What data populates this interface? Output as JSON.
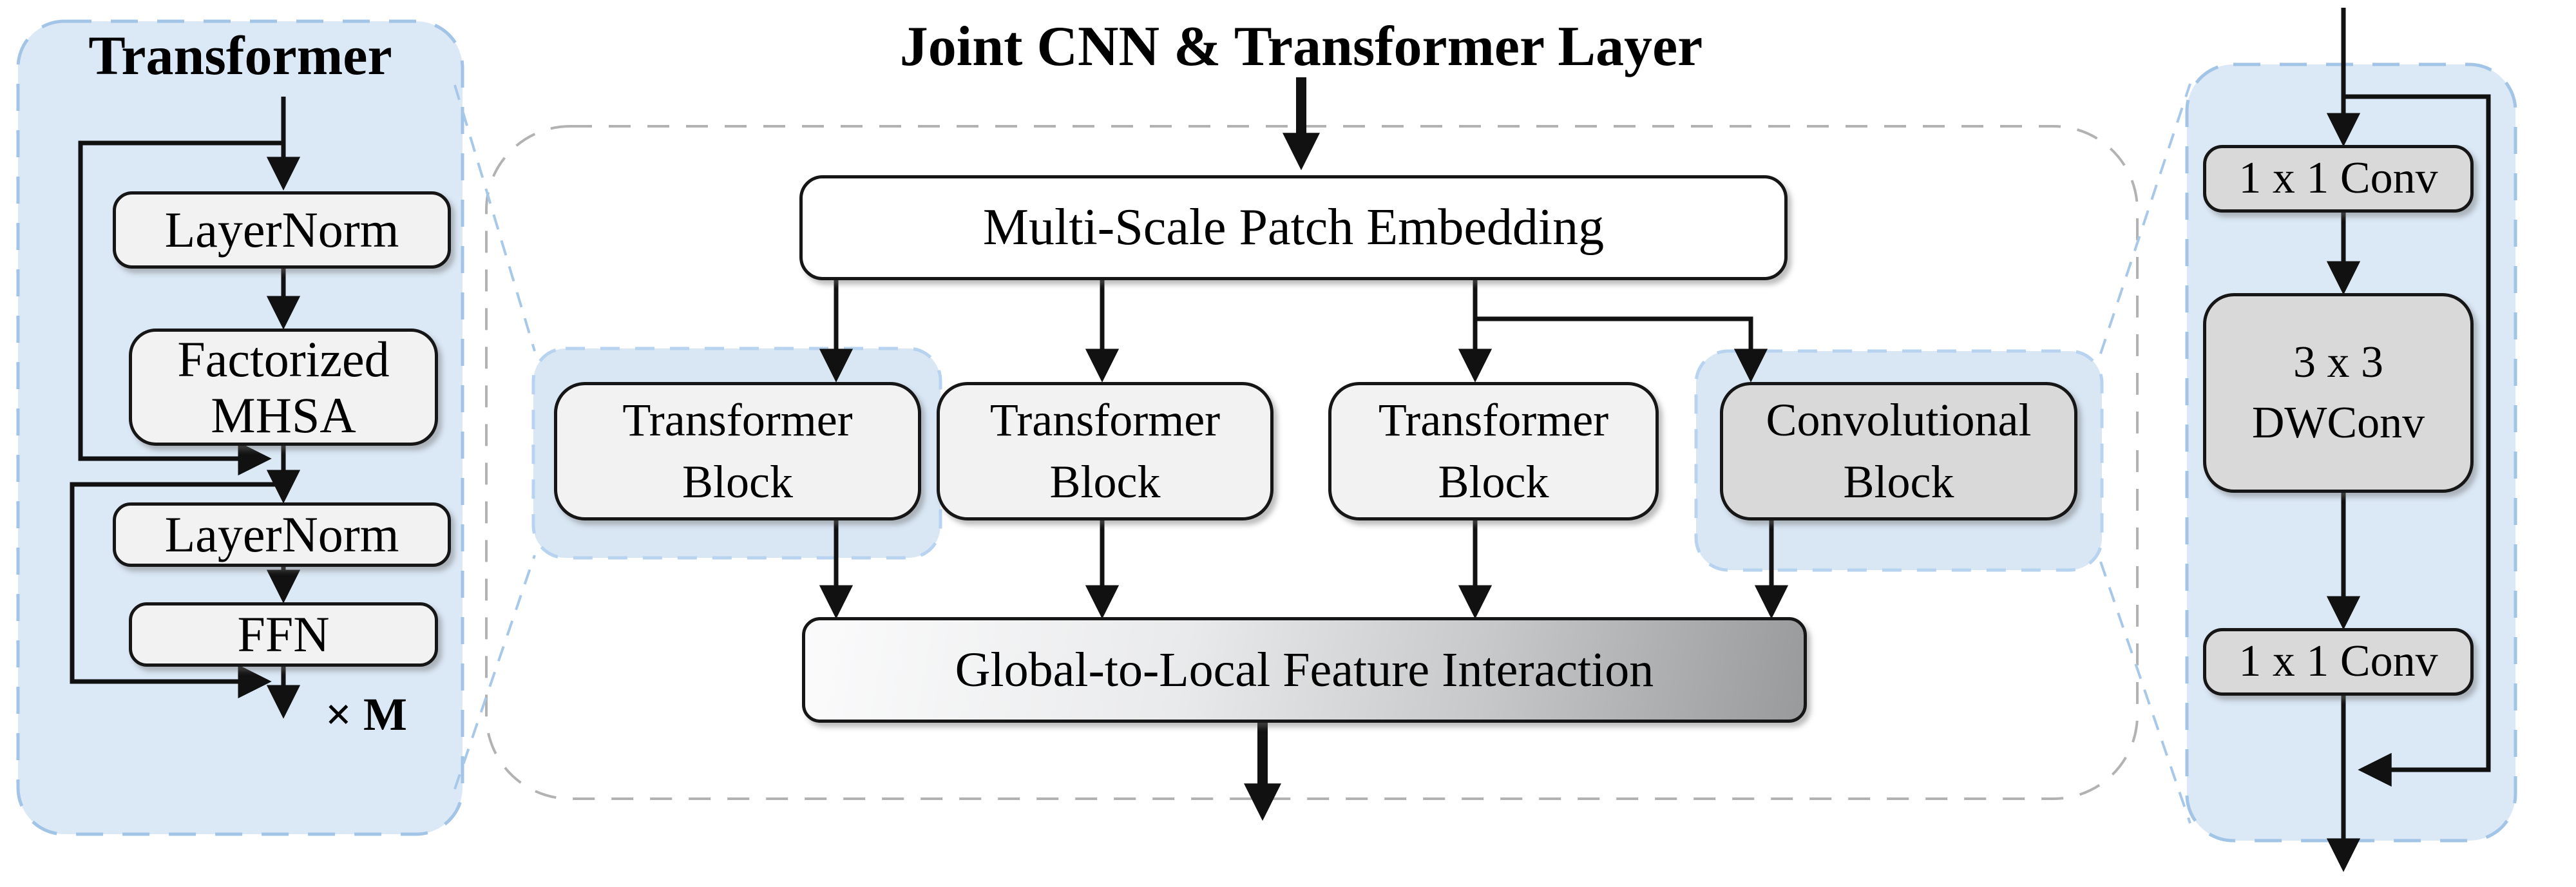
{
  "diagram_type": "neural-network-architecture-diagram",
  "center": {
    "title": "Joint CNN & Transformer Layer",
    "patch_embedding": "Multi-Scale Patch Embedding",
    "blocks": [
      [
        "Transformer",
        "Block"
      ],
      [
        "Transformer",
        "Block"
      ],
      [
        "Transformer",
        "Block"
      ],
      [
        "Convolutional",
        "Block"
      ]
    ],
    "interaction": "Global-to-Local Feature Interaction"
  },
  "left_panel": {
    "title": "Transformer",
    "boxes": {
      "layernorm1": "LayerNorm",
      "mhsa": [
        "Factorized",
        "MHSA"
      ],
      "layernorm2": "LayerNorm",
      "ffn": "FFN"
    },
    "repeat_label": "× M"
  },
  "right_panel": {
    "conv1": "1 x 1 Conv",
    "dwconv": [
      "3 x 3",
      "DWConv"
    ],
    "conv2": "1 x 1 Conv"
  },
  "colors": {
    "panel_fill": "#dbe8f6",
    "panel_border": "#a2c4e6",
    "highlight_fill": "#d9e7f5",
    "highlight_border": "#b7d3ef",
    "container_border": "#b2b2b2",
    "connector_blue": "#a8c8ea",
    "box_light": "#f1f2f1",
    "box_dark": "#d8d9d8",
    "box_white": "#ffffff",
    "line": "#111111",
    "gradient_start": "#fbfbfc",
    "gradient_end": "#989a9b"
  }
}
